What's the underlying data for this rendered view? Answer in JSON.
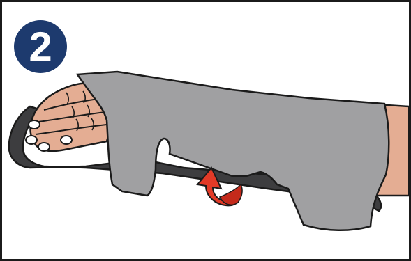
{
  "step": {
    "number": "2"
  },
  "illustration": {
    "subject": "wrist-splint-on-forearm",
    "colors": {
      "skin": "#e4ad93",
      "splint": "#a0a0a2",
      "foam_pad": "#3d3d3f",
      "arrow": "#e23a27",
      "badge": "#1d3a6e",
      "outline": "#1b1b1b"
    },
    "arrow_direction": "rotate-under-upward"
  }
}
